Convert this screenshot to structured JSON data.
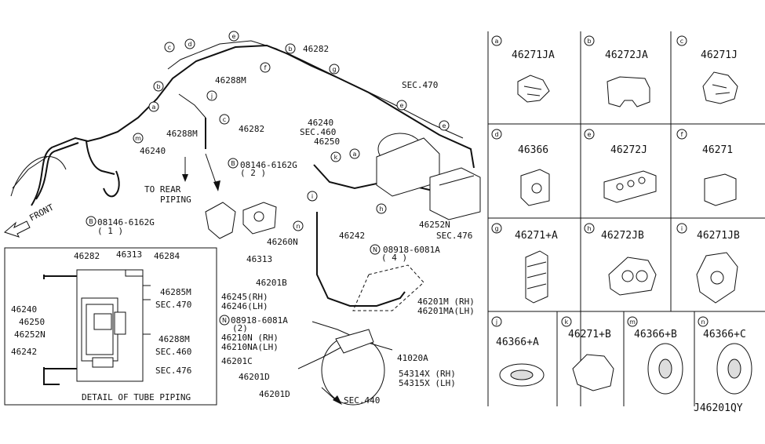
{
  "diagram_code": "J46201QY",
  "front_label": "FRONT",
  "main_labels": {
    "p46282_top": "46282",
    "p46288M_a": "46288M",
    "p46288M_b": "46288M",
    "p46282_b": "46282",
    "p46240": "46240",
    "sec470": "SEC.470",
    "p46240_b": "46240",
    "sec460": "SEC.460",
    "p46250": "46250",
    "bolt1_code": "08146-6162G",
    "bolt1_qty": "( 2 )",
    "to_rear_1": "TO REAR",
    "to_rear_2": "PIPING",
    "bolt2_code": "08146-6162G",
    "bolt2_qty": "( 1 )",
    "p46260N": "46260N",
    "p46313": "46313",
    "p46252N": "46252N",
    "sec476": "SEC.476",
    "p46242": "46242",
    "nut_top_code": "08918-6081A",
    "nut_top_qty": "( 4 )",
    "p46201B": "46201B",
    "p46245": "46245(RH)",
    "p46246": "46246(LH)",
    "nut_mid_code": "08918-6081A",
    "nut_mid_qty": "(2)",
    "p46210N": "46210N (RH)",
    "p46210NA": "46210NA(LH)",
    "p46201C": "46201C",
    "p46201D_a": "46201D",
    "p46201D_b": "46201D",
    "p46201M": "46201M (RH)",
    "p46201MA": "46201MA(LH)",
    "p41020A": "41020A",
    "p54314X": "54314X (RH)",
    "p54315X": "54315X (LH)",
    "sec440": "SEC.440"
  },
  "circle_markers": {
    "B": "B",
    "N": "N"
  },
  "inset": {
    "title": "DETAIL OF TUBE PIPING",
    "labels": {
      "l46282": "46282",
      "l46313": "46313",
      "l46284": "46284",
      "l46285M": "46285M",
      "l46240": "46240",
      "lsec470": "SEC.470",
      "l46250": "46250",
      "l46252N": "46252N",
      "l46288M": "46288M",
      "lsec460": "SEC.460",
      "l46242": "46242",
      "lsec476": "SEC.476"
    }
  },
  "callout_letters": [
    "a",
    "b",
    "c",
    "d",
    "e",
    "f",
    "g",
    "h",
    "i",
    "j",
    "k",
    "m",
    "n"
  ],
  "clips": [
    {
      "letter": "a",
      "part": "46271JA"
    },
    {
      "letter": "b",
      "part": "46272JA"
    },
    {
      "letter": "c",
      "part": "46271J"
    },
    {
      "letter": "d",
      "part": "46366"
    },
    {
      "letter": "e",
      "part": "46272J"
    },
    {
      "letter": "f",
      "part": "46271"
    },
    {
      "letter": "g",
      "part": "46271+A"
    },
    {
      "letter": "h",
      "part": "46272JB"
    },
    {
      "letter": "i",
      "part": "46271JB"
    },
    {
      "letter": "j",
      "part": "46366+A"
    },
    {
      "letter": "k",
      "part": "46271+B"
    },
    {
      "letter": "m",
      "part": "46366+B"
    },
    {
      "letter": "n",
      "part": "46366+C"
    }
  ]
}
